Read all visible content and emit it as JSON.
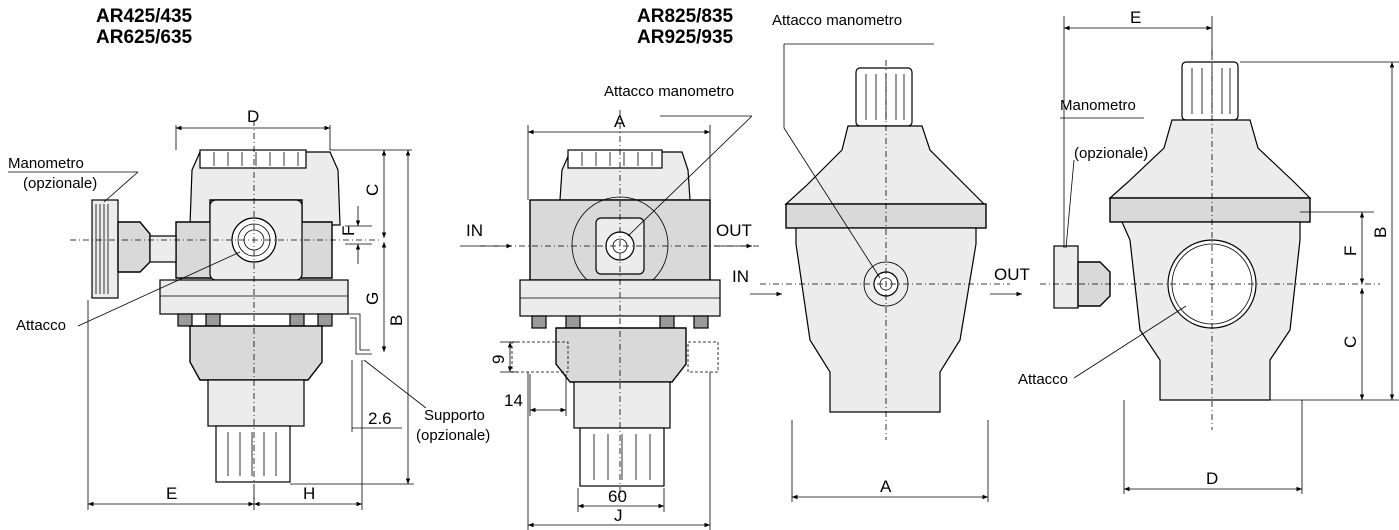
{
  "left_section": {
    "title_line1": "AR425/435",
    "title_line2": "AR625/635",
    "gauge_label_line1": "Manometro",
    "gauge_label_line2": "(opzionale)",
    "port_label": "Attacco",
    "bracket_label_line1": "Supporto",
    "bracket_label_line2": "(opzionale)",
    "dim_D": "D",
    "dim_C": "C",
    "dim_F": "F",
    "dim_G": "G",
    "dim_B": "B",
    "dim_E": "E",
    "dim_H": "H",
    "dim_2_6": "2.6"
  },
  "middle_section": {
    "gauge_port_label": "Attacco manometro",
    "dim_A": "A",
    "in_label": "IN",
    "out_label": "OUT",
    "dim_9": "9",
    "dim_14": "14",
    "dim_60": "60",
    "dim_J": "J"
  },
  "right_section": {
    "title_line1": "AR825/835",
    "title_line2": "AR925/935",
    "gauge_port_label": "Attacco manometro",
    "in_label": "IN",
    "out_label": "OUT",
    "dim_A": "A",
    "dim_E": "E",
    "gauge_label_line1": "Manometro",
    "gauge_label_line2": "(opzionale)",
    "dim_F": "F",
    "dim_B": "B",
    "dim_C": "C",
    "port_label": "Attacco",
    "dim_D": "D"
  }
}
